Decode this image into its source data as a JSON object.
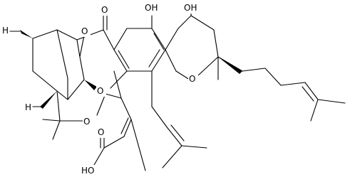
{
  "atom_labels": {
    "oh_top_left": "OH",
    "oh_top_right": "OH",
    "o_ketone_top": "O",
    "o_ketone_inner": "O",
    "o_pyran": "O",
    "o_ether": "O",
    "o_cage": "O",
    "o_acid_carbonyl": "O",
    "oh_acid": "HO",
    "h_bridgehead_top": "H",
    "h_bridgehead_bottom": "H"
  },
  "colors": {
    "ink": "#000000",
    "paper": "#ffffff"
  }
}
